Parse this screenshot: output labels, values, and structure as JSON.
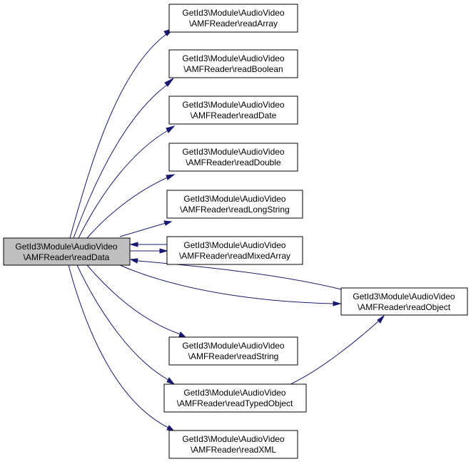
{
  "diagram": {
    "type": "call-graph",
    "colors": {
      "edge": "#191970",
      "root_fill": "#bfbfbf",
      "node_fill": "#ffffff",
      "node_border": "#000000"
    },
    "nodes": [
      {
        "id": "readData",
        "line1": "GetId3\\Module\\AudioVideo",
        "line2": "\\AMFReader\\readData",
        "root": true
      },
      {
        "id": "readArray",
        "line1": "GetId3\\Module\\AudioVideo",
        "line2": "\\AMFReader\\readArray"
      },
      {
        "id": "readBoolean",
        "line1": "GetId3\\Module\\AudioVideo",
        "line2": "\\AMFReader\\readBoolean"
      },
      {
        "id": "readDate",
        "line1": "GetId3\\Module\\AudioVideo",
        "line2": "\\AMFReader\\readDate"
      },
      {
        "id": "readDouble",
        "line1": "GetId3\\Module\\AudioVideo",
        "line2": "\\AMFReader\\readDouble"
      },
      {
        "id": "readLongString",
        "line1": "GetId3\\Module\\AudioVideo",
        "line2": "\\AMFReader\\readLongString"
      },
      {
        "id": "readMixedArray",
        "line1": "GetId3\\Module\\AudioVideo",
        "line2": "\\AMFReader\\readMixedArray"
      },
      {
        "id": "readObject",
        "line1": "GetId3\\Module\\AudioVideo",
        "line2": "\\AMFReader\\readObject"
      },
      {
        "id": "readString",
        "line1": "GetId3\\Module\\AudioVideo",
        "line2": "\\AMFReader\\readString"
      },
      {
        "id": "readTypedObject",
        "line1": "GetId3\\Module\\AudioVideo",
        "line2": "\\AMFReader\\readTypedObject"
      },
      {
        "id": "readXML",
        "line1": "GetId3\\Module\\AudioVideo",
        "line2": "\\AMFReader\\readXML"
      }
    ],
    "edges": [
      {
        "from": "readData",
        "to": "readArray"
      },
      {
        "from": "readData",
        "to": "readBoolean"
      },
      {
        "from": "readData",
        "to": "readDate"
      },
      {
        "from": "readData",
        "to": "readDouble"
      },
      {
        "from": "readData",
        "to": "readLongString"
      },
      {
        "from": "readData",
        "to": "readMixedArray"
      },
      {
        "from": "readMixedArray",
        "to": "readData"
      },
      {
        "from": "readData",
        "to": "readObject"
      },
      {
        "from": "readObject",
        "to": "readData"
      },
      {
        "from": "readData",
        "to": "readString"
      },
      {
        "from": "readData",
        "to": "readTypedObject"
      },
      {
        "from": "readTypedObject",
        "to": "readObject"
      },
      {
        "from": "readData",
        "to": "readXML"
      }
    ]
  }
}
